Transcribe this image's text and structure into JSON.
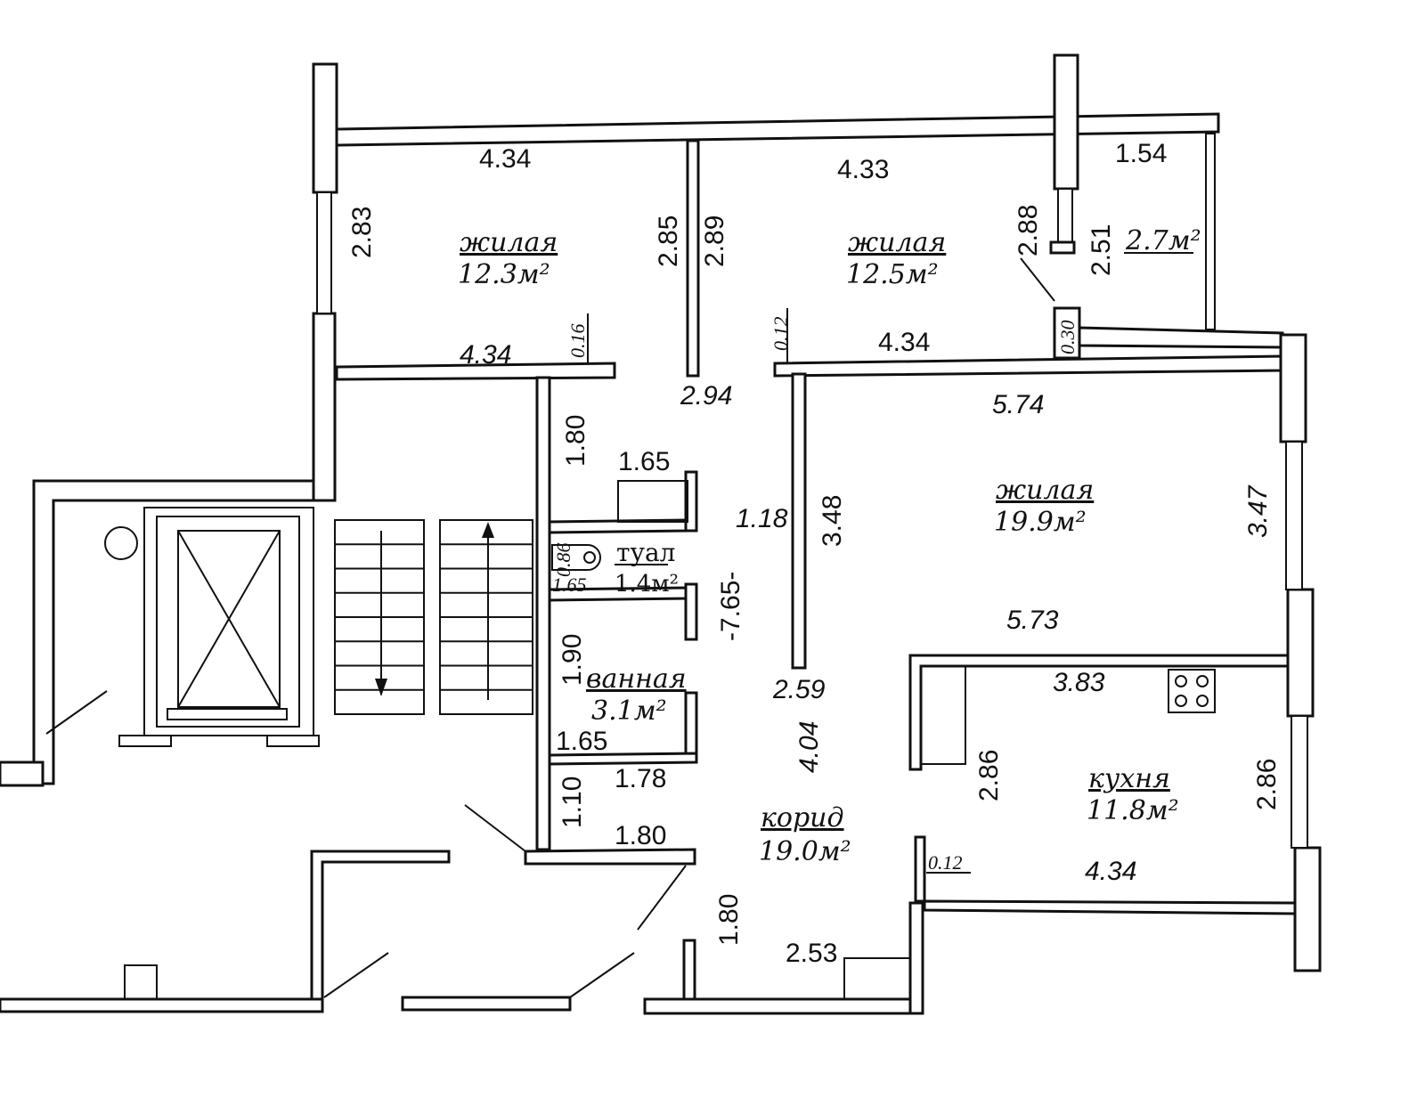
{
  "rooms": {
    "living1": {
      "name": "жилая",
      "area": "12.3м²"
    },
    "living2": {
      "name": "жилая",
      "area": "12.5м²"
    },
    "balcony": {
      "area": "2.7м²"
    },
    "living3": {
      "name": "жилая",
      "area": "19.9м²"
    },
    "toilet": {
      "name": "туал",
      "area": "1.4м²"
    },
    "bath": {
      "name": "ванная",
      "area": "3.1м²"
    },
    "kitchen": {
      "name": "кухня",
      "area": "11.8м²"
    },
    "corridor": {
      "name": "корид",
      "area": "19.0м²"
    }
  },
  "dims": {
    "top_left_width": "4.34",
    "top_mid_width": "4.33",
    "balcony_width": "1.54",
    "left_room_height": "2.83",
    "partition_left": "2.85",
    "partition_right": "2.89",
    "mid_room_right": "2.88",
    "balcony_height": "2.51",
    "wall_030": "0.30",
    "wall_012_a": "0.12",
    "room2_bottom": "4.34",
    "room1_bottom": "4.34",
    "wall_016": "0.16",
    "corridor_294": "2.94",
    "room3_top": "5.74",
    "toilet_top": "1.80",
    "toilet_w": "1.65",
    "corr_118": "1.18",
    "room3_left": "3.48",
    "room3_right": "3.47",
    "toilet_086": "0.86",
    "toilet_165": "1.65",
    "total_765": "-7.65-",
    "room3_bottom": "5.73",
    "bath_h": "1.90",
    "kitchen_top": "3.83",
    "corr_259": "2.59",
    "bath_165": "1.65",
    "corr_404": "4.04",
    "kitchen_left": "2.86",
    "kitchen_right": "2.86",
    "bath_178": "1.78",
    "hall_110": "1.10",
    "hall_180": "1.80",
    "wall_012_b": "0.12",
    "kitchen_bottom": "4.34",
    "entry_180": "1.80",
    "entry_253": "2.53"
  }
}
